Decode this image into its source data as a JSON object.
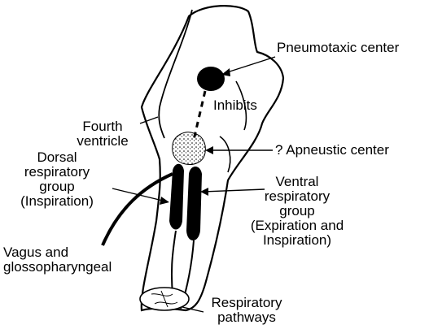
{
  "labels": {
    "pneumotaxic_center": "Pneumotaxic center",
    "inhibits": "Inhibits",
    "fourth_ventricle": [
      "Fourth",
      "ventricle"
    ],
    "apneustic_center": "? Apneustic center",
    "dorsal_group": [
      "Dorsal",
      "respiratory",
      "group",
      "(Inspiration)"
    ],
    "ventral_group": [
      "Ventral",
      "respiratory",
      "group",
      "(Expiration and",
      "Inspiration)"
    ],
    "vagus": [
      "Vagus and",
      "glossopharyngeal"
    ],
    "respiratory_pathways": [
      "Respiratory",
      "pathways"
    ]
  },
  "colors": {
    "ink": "#000000",
    "paper": "#ffffff"
  }
}
